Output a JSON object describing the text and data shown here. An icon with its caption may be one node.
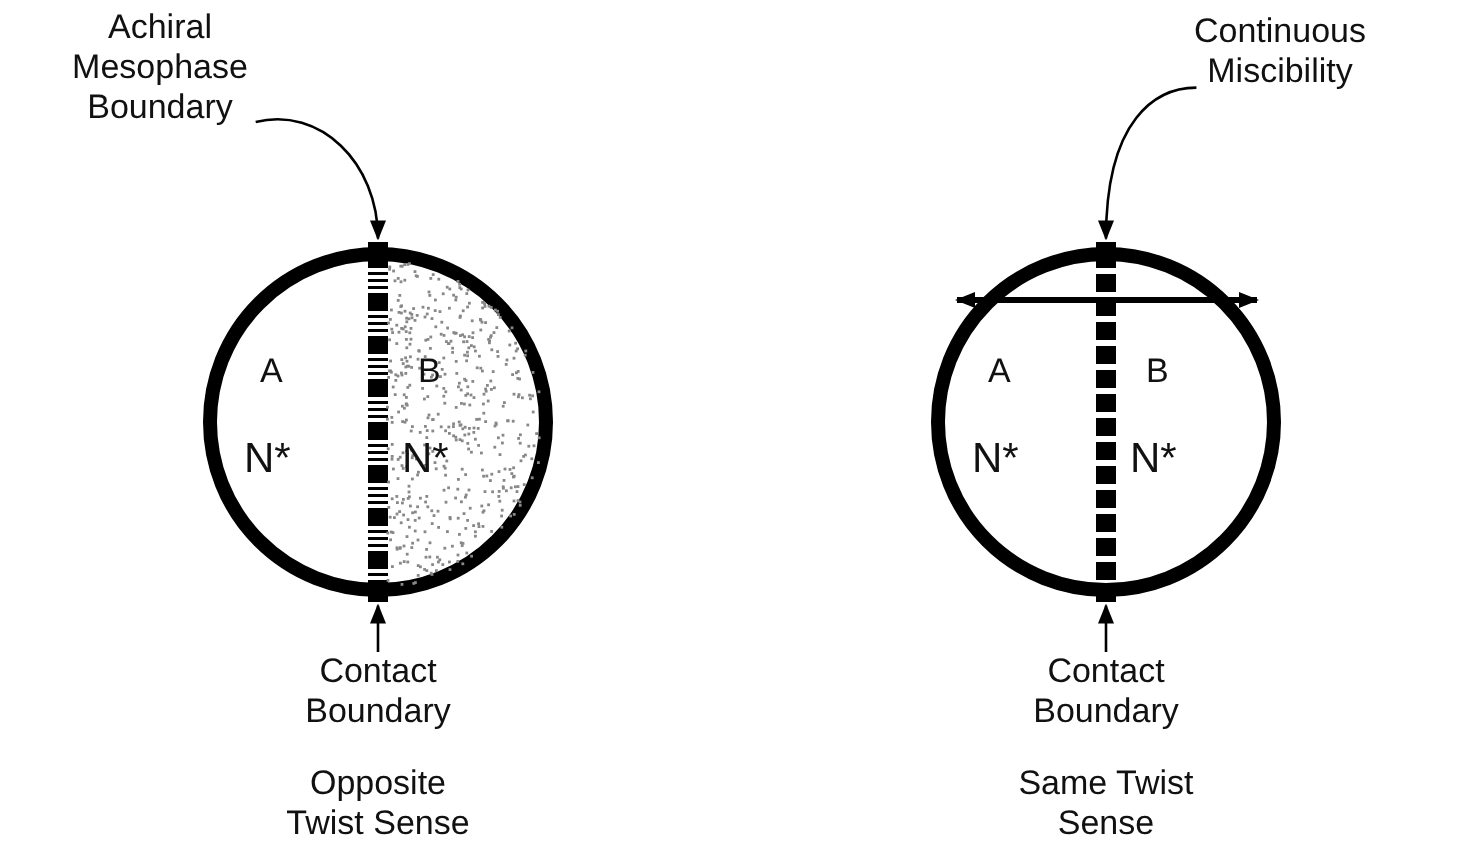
{
  "diagram": {
    "nodes": [
      {
        "text": [
          "Achiral Mesophase Boundary"
        ]
      },
      {
        "text": [],
        "shape": "circle"
      },
      {
        "text": [
          "A",
          "N*"
        ],
        "in": 1
      },
      {
        "text": [
          "B",
          "N*"
        ],
        "in": 1
      },
      {
        "text": [],
        "shape": "bar",
        "in": 1
      },
      {
        "text": [
          "Contact Boundary"
        ]
      },
      {
        "text": [
          "Continuous Miscibility"
        ]
      },
      {
        "text": [],
        "shape": "circle"
      },
      {
        "text": [
          "A",
          "N*"
        ],
        "in": 7
      },
      {
        "text": [
          "B",
          "N*"
        ],
        "in": 7
      },
      {
        "text": [],
        "shape": "bar",
        "in": 7
      },
      {
        "text": [
          "Contact Boundary"
        ]
      }
    ],
    "edges": [
      {
        "from": 0,
        "to": 4,
        "arrow": "to"
      },
      {
        "from": 5,
        "to": 4,
        "arrow": "to"
      },
      {
        "from": 6,
        "to": 10,
        "arrow": "to"
      },
      {
        "from": 8,
        "to": 9,
        "arrow": "both",
        "style": "thick"
      },
      {
        "from": 11,
        "to": 10,
        "arrow": "to"
      }
    ],
    "labels": [
      "Opposite Twist Sense",
      "Same Twist Sense"
    ]
  }
}
